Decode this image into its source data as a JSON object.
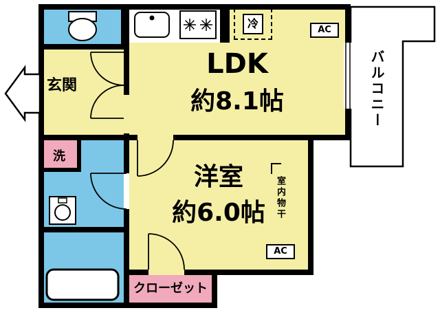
{
  "colors": {
    "room_yellow": "#F5EFA6",
    "room_blue": "#7CC7E8",
    "room_pink": "#F1A9BC",
    "wall_black": "#000000",
    "background": "#FFFFFF"
  },
  "rooms": {
    "ldk": {
      "name": "LDK",
      "size": "約8.1帖"
    },
    "western": {
      "name": "洋室",
      "size": "約6.0帖"
    },
    "genkan": {
      "name": "玄関"
    },
    "balcony": {
      "name": "バルコニー"
    },
    "closet": {
      "name": "クローゼット"
    },
    "laundry": {
      "name": "洗"
    },
    "refrigerator": {
      "name": "冷"
    },
    "indoor_drying": {
      "name": "室内物干"
    }
  },
  "equipment": {
    "ac_top": "AC",
    "ac_bottom": "AC"
  },
  "icons": {
    "toilet": "toilet-icon",
    "kitchen_sink": "kitchen-sink-icon",
    "stove": "stove-icon",
    "washbasin": "washbasin-icon",
    "bathtub": "bathtub-icon",
    "entrance_arrow": "entrance-arrow-icon",
    "balcony_window": "balcony-window",
    "drying_hook": "drying-hook-icon"
  }
}
